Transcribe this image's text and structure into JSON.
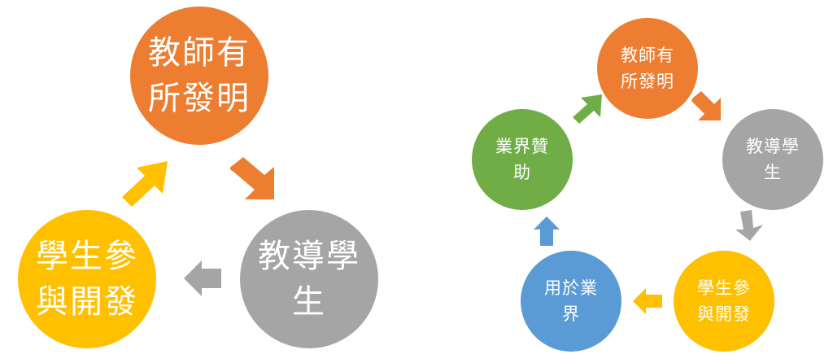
{
  "left_cycle": {
    "nodes": [
      {
        "line1": "教師有",
        "line2": "所發明",
        "color": "#ED7D31"
      },
      {
        "line1": "教導學",
        "line2": "生",
        "color": "#A5A5A5"
      },
      {
        "line1": "學生參",
        "line2": "與開發",
        "color": "#FFC000"
      }
    ],
    "arrow_colors": [
      "#ED7D31",
      "#A5A5A5",
      "#FFC000"
    ]
  },
  "right_cycle": {
    "nodes": [
      {
        "line1": "教師有",
        "line2": "所發明",
        "color": "#ED7D31"
      },
      {
        "line1": "教導學",
        "line2": "生",
        "color": "#A5A5A5"
      },
      {
        "line1": "學生參",
        "line2": "與開發",
        "color": "#FFC000"
      },
      {
        "line1": "用於業",
        "line2": "界",
        "color": "#5B9BD5"
      },
      {
        "line1": "業界贊",
        "line2": "助",
        "color": "#70AD47"
      }
    ],
    "arrow_colors": [
      "#ED7D31",
      "#A5A5A5",
      "#FFC000",
      "#5B9BD5",
      "#70AD47"
    ]
  }
}
